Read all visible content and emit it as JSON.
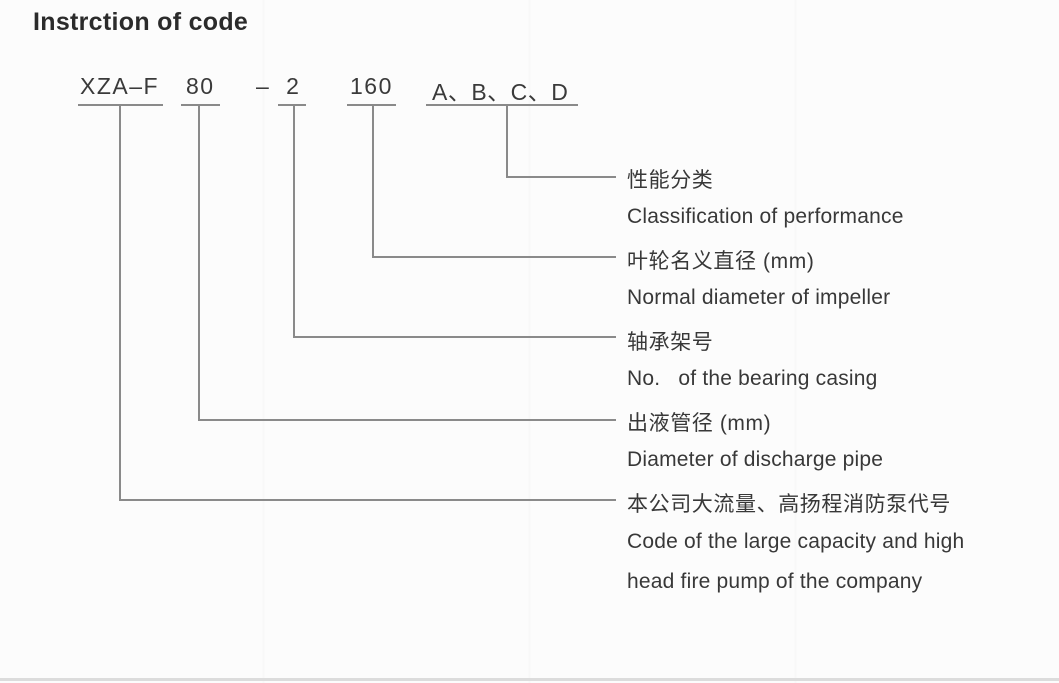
{
  "page": {
    "title": "Instrction of code"
  },
  "code": {
    "segments": [
      {
        "id": "company-code",
        "text": "XZA–F"
      },
      {
        "id": "discharge-pipe-diameter",
        "text": "80"
      },
      {
        "id": "bearing-casing-no",
        "text": "–  2"
      },
      {
        "id": "impeller-diameter",
        "text": "160"
      },
      {
        "id": "performance-class",
        "text": "A、B、C、D"
      }
    ]
  },
  "labels": [
    {
      "zh": "性能分类",
      "en": "Classification of performance"
    },
    {
      "zh": "叶轮名义直径 (mm)",
      "en": "Normal diameter of impeller"
    },
    {
      "zh": "轴承架号",
      "en": "No.   of the bearing casing"
    },
    {
      "zh": "出液管径 (mm)",
      "en": "Diameter of discharge pipe"
    },
    {
      "zh": "本公司大流量、高扬程消防泵代号",
      "en": "Code of the large capacity and high",
      "en_line2": "head fire pump of the company"
    }
  ],
  "colors": {
    "line": "#8a8a8a",
    "text": "#3a3a3a",
    "title": "#2b2b2b",
    "background": "#fcfcfc",
    "bottom_rule": "#dcdcdc"
  }
}
